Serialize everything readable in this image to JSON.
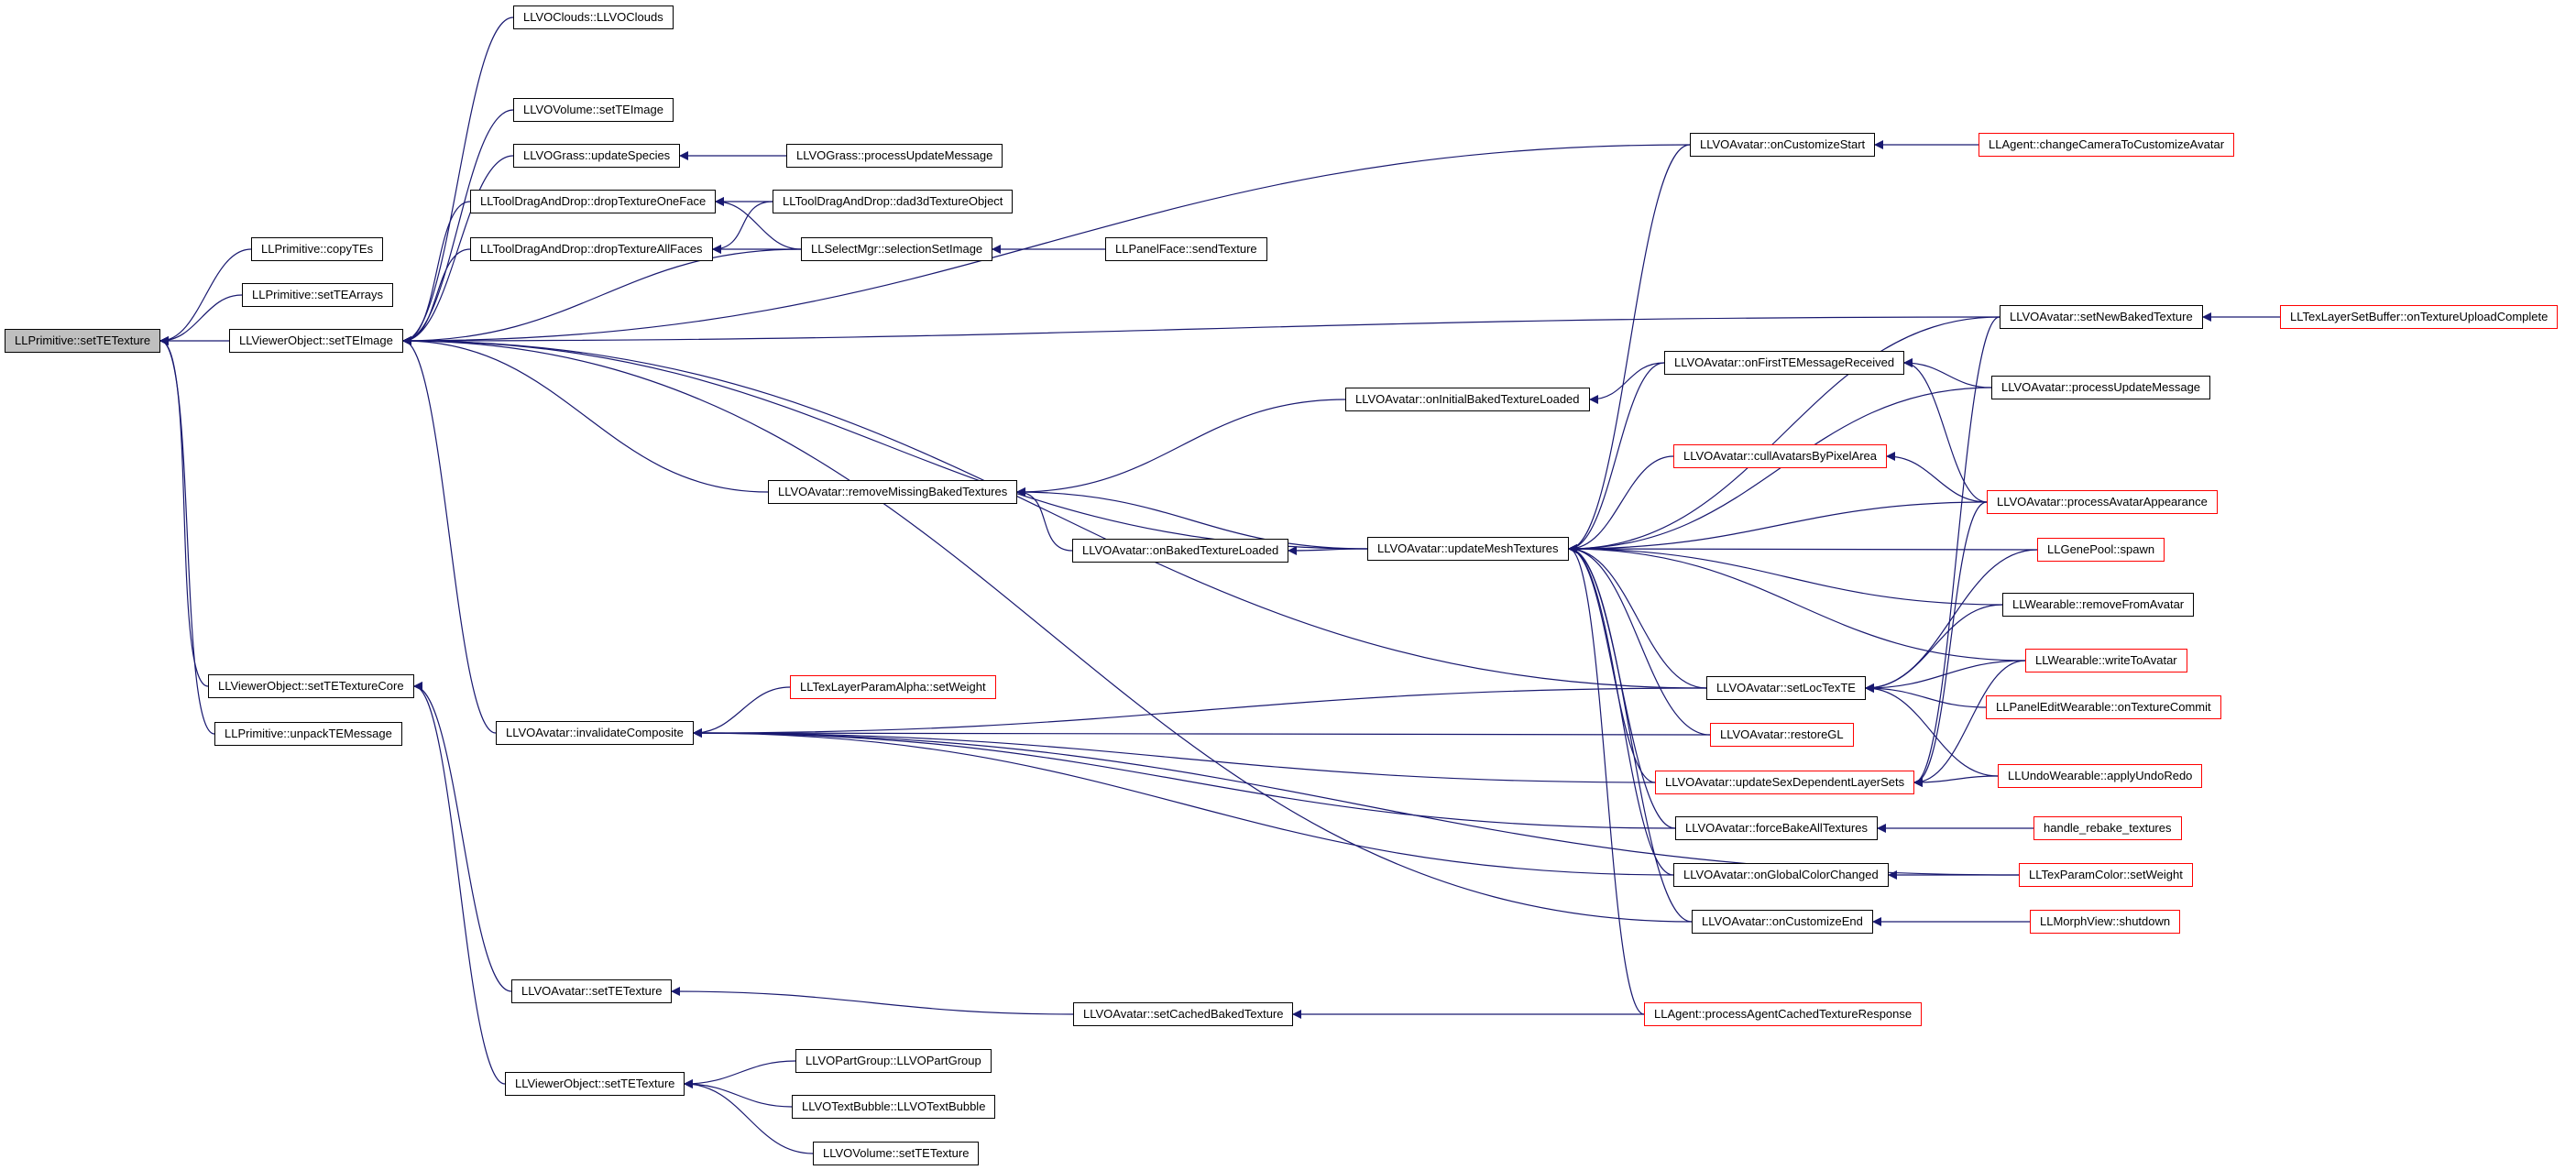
{
  "colors": {
    "edge": "#191970",
    "node_border": "#000000",
    "external_border": "#ff0000",
    "root_fill": "#bfbfbf"
  },
  "nodes": [
    {
      "id": "n_setTETexture_prim",
      "label": "LLPrimitive::setTETexture",
      "root": true
    },
    {
      "id": "n_copyTEs",
      "label": "LLPrimitive::copyTEs"
    },
    {
      "id": "n_setTEArrays",
      "label": "LLPrimitive::setTEArrays"
    },
    {
      "id": "n_setTEImage_vo",
      "label": "LLViewerObject::setTEImage"
    },
    {
      "id": "n_setTETextureCore",
      "label": "LLViewerObject::setTETextureCore"
    },
    {
      "id": "n_unpackTEMessage",
      "label": "LLPrimitive::unpackTEMessage"
    },
    {
      "id": "n_clouds",
      "label": "LLVOClouds::LLVOClouds"
    },
    {
      "id": "n_vol_setTEImage",
      "label": "LLVOVolume::setTEImage"
    },
    {
      "id": "n_grass_updateSpecies",
      "label": "LLVOGrass::updateSpecies"
    },
    {
      "id": "n_grass_processUpdate",
      "label": "LLVOGrass::processUpdateMessage"
    },
    {
      "id": "n_dropOneFace",
      "label": "LLToolDragAndDrop::dropTextureOneFace"
    },
    {
      "id": "n_dropAllFaces",
      "label": "LLToolDragAndDrop::dropTextureAllFaces"
    },
    {
      "id": "n_dad3d",
      "label": "LLToolDragAndDrop::dad3dTextureObject"
    },
    {
      "id": "n_selectionSetImage",
      "label": "LLSelectMgr::selectionSetImage"
    },
    {
      "id": "n_sendTexture",
      "label": "LLPanelFace::sendTexture"
    },
    {
      "id": "n_onCustomizeStart",
      "label": "LLVOAvatar::onCustomizeStart"
    },
    {
      "id": "n_changeCamera",
      "label": "LLAgent::changeCameraToCustomizeAvatar",
      "external": true
    },
    {
      "id": "n_setNewBaked",
      "label": "LLVOAvatar::setNewBakedTexture"
    },
    {
      "id": "n_onTextureUploadComplete",
      "label": "LLTexLayerSetBuffer::onTextureUploadComplete",
      "external": true
    },
    {
      "id": "n_onInitialBaked",
      "label": "LLVOAvatar::onInitialBakedTextureLoaded"
    },
    {
      "id": "n_onFirstTEMessage",
      "label": "LLVOAvatar::onFirstTEMessageReceived"
    },
    {
      "id": "n_av_processUpdate",
      "label": "LLVOAvatar::processUpdateMessage"
    },
    {
      "id": "n_cullAvatars",
      "label": "LLVOAvatar::cullAvatarsByPixelArea",
      "external": true
    },
    {
      "id": "n_processAppearance",
      "label": "LLVOAvatar::processAvatarAppearance",
      "external": true
    },
    {
      "id": "n_removeMissing",
      "label": "LLVOAvatar::removeMissingBakedTextures"
    },
    {
      "id": "n_onBakedLoaded",
      "label": "LLVOAvatar::onBakedTextureLoaded"
    },
    {
      "id": "n_updateMesh",
      "label": "LLVOAvatar::updateMeshTextures"
    },
    {
      "id": "n_genePool",
      "label": "LLGenePool::spawn",
      "external": true
    },
    {
      "id": "n_removeFromAvatar",
      "label": "LLWearable::removeFromAvatar"
    },
    {
      "id": "n_writeToAvatar",
      "label": "LLWearable::writeToAvatar",
      "external": true
    },
    {
      "id": "n_setLocTexTE",
      "label": "LLVOAvatar::setLocTexTE"
    },
    {
      "id": "n_onTextureCommit",
      "label": "LLPanelEditWearable::onTextureCommit",
      "external": true
    },
    {
      "id": "n_texLayerAlpha",
      "label": "LLTexLayerParamAlpha::setWeight",
      "external": true
    },
    {
      "id": "n_invalidateComposite",
      "label": "LLVOAvatar::invalidateComposite"
    },
    {
      "id": "n_restoreGL",
      "label": "LLVOAvatar::restoreGL",
      "external": true
    },
    {
      "id": "n_updateSexDep",
      "label": "LLVOAvatar::updateSexDependentLayerSets",
      "external": true
    },
    {
      "id": "n_applyUndoRedo",
      "label": "LLUndoWearable::applyUndoRedo",
      "external": true
    },
    {
      "id": "n_forceBake",
      "label": "LLVOAvatar::forceBakeAllTextures"
    },
    {
      "id": "n_handleRebake",
      "label": "handle_rebake_textures",
      "external": true
    },
    {
      "id": "n_onGlobalColor",
      "label": "LLVOAvatar::onGlobalColorChanged"
    },
    {
      "id": "n_texParamColor",
      "label": "LLTexParamColor::setWeight",
      "external": true
    },
    {
      "id": "n_onCustomizeEnd",
      "label": "LLVOAvatar::onCustomizeEnd"
    },
    {
      "id": "n_morphShutdown",
      "label": "LLMorphView::shutdown",
      "external": true
    },
    {
      "id": "n_av_setTETexture",
      "label": "LLVOAvatar::setTETexture"
    },
    {
      "id": "n_setCachedBaked",
      "label": "LLVOAvatar::setCachedBakedTexture"
    },
    {
      "id": "n_processAgentCached",
      "label": "LLAgent::processAgentCachedTextureResponse",
      "external": true
    },
    {
      "id": "n_vo_setTETexture",
      "label": "LLViewerObject::setTETexture"
    },
    {
      "id": "n_partGroup",
      "label": "LLVOPartGroup::LLVOPartGroup"
    },
    {
      "id": "n_textBubble",
      "label": "LLVOTextBubble::LLVOTextBubble"
    },
    {
      "id": "n_vol_setTETexture",
      "label": "LLVOVolume::setTETexture"
    }
  ]
}
